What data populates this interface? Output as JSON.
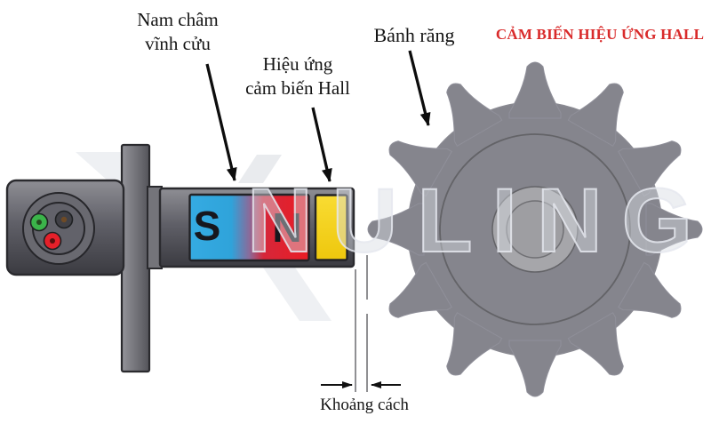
{
  "title": {
    "text": "CẢM BIẾN HIỆU ỨNG HALL",
    "color": "#d92b2b"
  },
  "labels": {
    "magnet": {
      "line1": "Nam châm",
      "line2": "vĩnh cửu"
    },
    "hall": {
      "line1": "Hiệu ứng",
      "line2": "cảm biến Hall"
    },
    "gear": "Bánh răng",
    "gap": "Khoảng cách"
  },
  "magnet": {
    "south": "S",
    "north": "N",
    "south_color": "#35abe2",
    "north_color": "#ea1c24"
  },
  "hall_sensor": {
    "color_top": "#f9dc33",
    "color_bottom": "#eec70d"
  },
  "connector": {
    "pin_colors": [
      "#3bb44a",
      "#404046",
      "#e5202a"
    ]
  },
  "gear": {
    "teeth": 12
  },
  "watermark": {
    "text": "NULING"
  }
}
